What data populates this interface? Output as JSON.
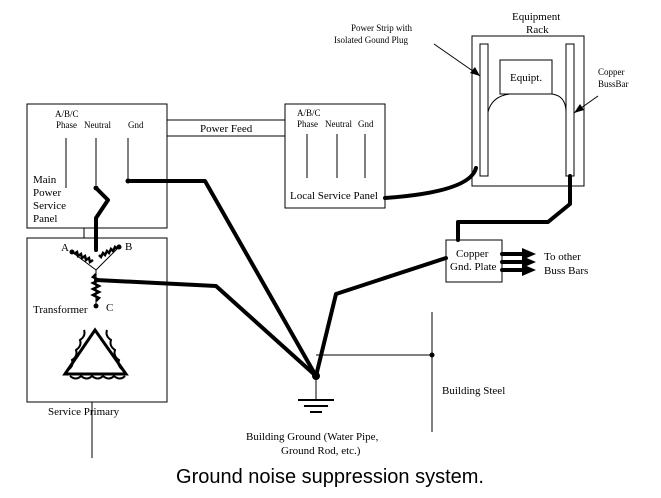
{
  "labels": {
    "power_strip": "Power Strip with",
    "power_strip_2": "Isolated Gound Plug",
    "equipment_rack": "Equipment",
    "equipment_rack_2": "Rack",
    "equipt": "Equipt.",
    "copper_bussbar": "Copper",
    "copper_bussbar_2": "BussBar",
    "main_phase_header": "A/B/C",
    "main_phase": "Phase",
    "main_neutral": "Neutral",
    "main_gnd": "Gnd",
    "main_panel_1": "Main",
    "main_panel_2": "Power",
    "main_panel_3": "Service",
    "main_panel_4": "Panel",
    "power_feed": "Power Feed",
    "local_phase_header": "A/B/C",
    "local_phase": "Phase",
    "local_neutral": "Neutral",
    "local_gnd": "Gnd",
    "local_service_panel": "Local Service Panel",
    "copper_gnd_plate_1": "Copper",
    "copper_gnd_plate_2": "Gnd. Plate",
    "to_other_1": "To other",
    "to_other_2": "Buss Bars",
    "node_a": "A",
    "node_b": "B",
    "node_c": "C",
    "transformer": "Transformer",
    "service_primary": "Service Primary",
    "building_steel": "Building Steel",
    "building_ground_1": "Building Ground (Water Pipe,",
    "building_ground_2": "Ground Rod, etc.)"
  },
  "caption": "Ground noise suppression system."
}
